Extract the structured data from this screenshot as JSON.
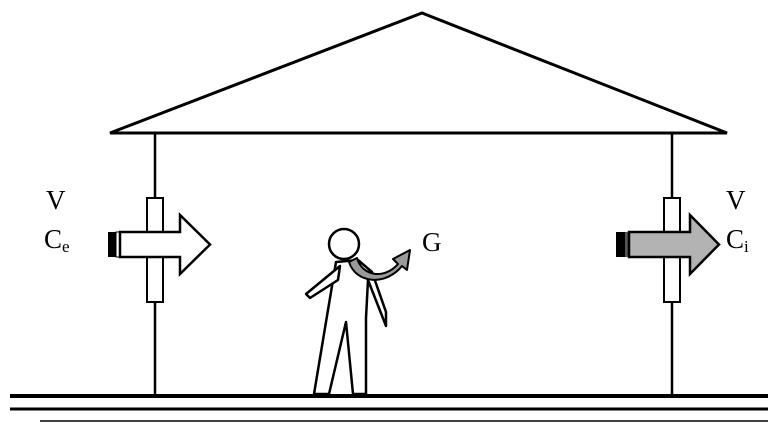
{
  "labels": {
    "left_flow": "V",
    "left_conc": "C",
    "left_conc_sub": "e",
    "right_flow": "V",
    "right_conc": "C",
    "right_conc_sub": "i",
    "generation": "G"
  },
  "colors": {
    "line": "#000000",
    "incoming_arrow_fill": "#ffffff",
    "outgoing_arrow_fill": "#b3b3b3",
    "generation_arrow_fill": "#9a9a9a",
    "background": "#ffffff"
  }
}
